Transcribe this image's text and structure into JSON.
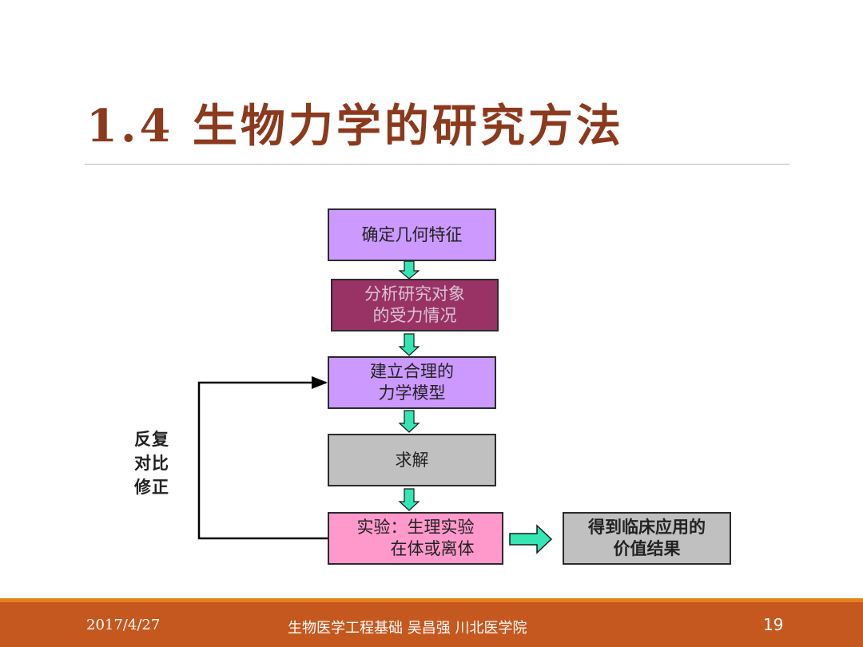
{
  "slide": {
    "title": "1.4 生物力学的研究方法",
    "feedback_label": "反复\n对比\n修正"
  },
  "flow": {
    "steps": [
      {
        "id": "geometry",
        "label": "确定几何特征"
      },
      {
        "id": "force",
        "label": "分析研究对象\n的受力情况"
      },
      {
        "id": "model",
        "label": "建立合理的\n力学模型"
      },
      {
        "id": "solve",
        "label": "求解"
      },
      {
        "id": "experiment",
        "label": "实验：生理实验\n在体或离体"
      }
    ],
    "result": {
      "label": "得到临床应用的\n价值结果"
    }
  },
  "footer": {
    "date": "2017/4/27",
    "course": "生物医学工程基础  吴昌强  川北医学院",
    "page_number": "19"
  },
  "colors": {
    "title": "#8B3A1E",
    "box_purple": "#CC99FF",
    "box_plum": "#993366",
    "box_gray": "#C0C0C0",
    "box_pink": "#FF99CC",
    "arrow_teal": "#33E6B3",
    "footer_orange": "#C4581F"
  }
}
